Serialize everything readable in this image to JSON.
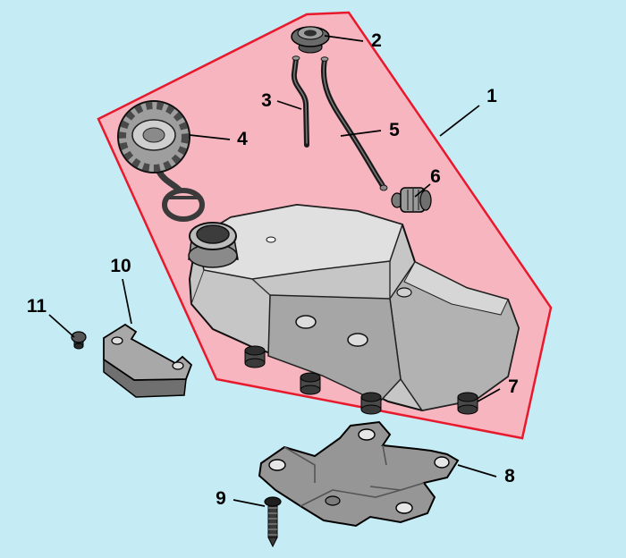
{
  "diagram": {
    "background_color": "#c5ebf5",
    "highlight": {
      "fill_color": "#f7b5bf",
      "border_color": "#e8192c"
    },
    "callout_text_color": "#000000",
    "callouts": [
      {
        "label": "1"
      },
      {
        "label": "2"
      },
      {
        "label": "3"
      },
      {
        "label": "4"
      },
      {
        "label": "5"
      },
      {
        "label": "6"
      },
      {
        "label": "7"
      },
      {
        "label": "8"
      },
      {
        "label": "9"
      },
      {
        "label": "10"
      },
      {
        "label": "11"
      }
    ]
  }
}
